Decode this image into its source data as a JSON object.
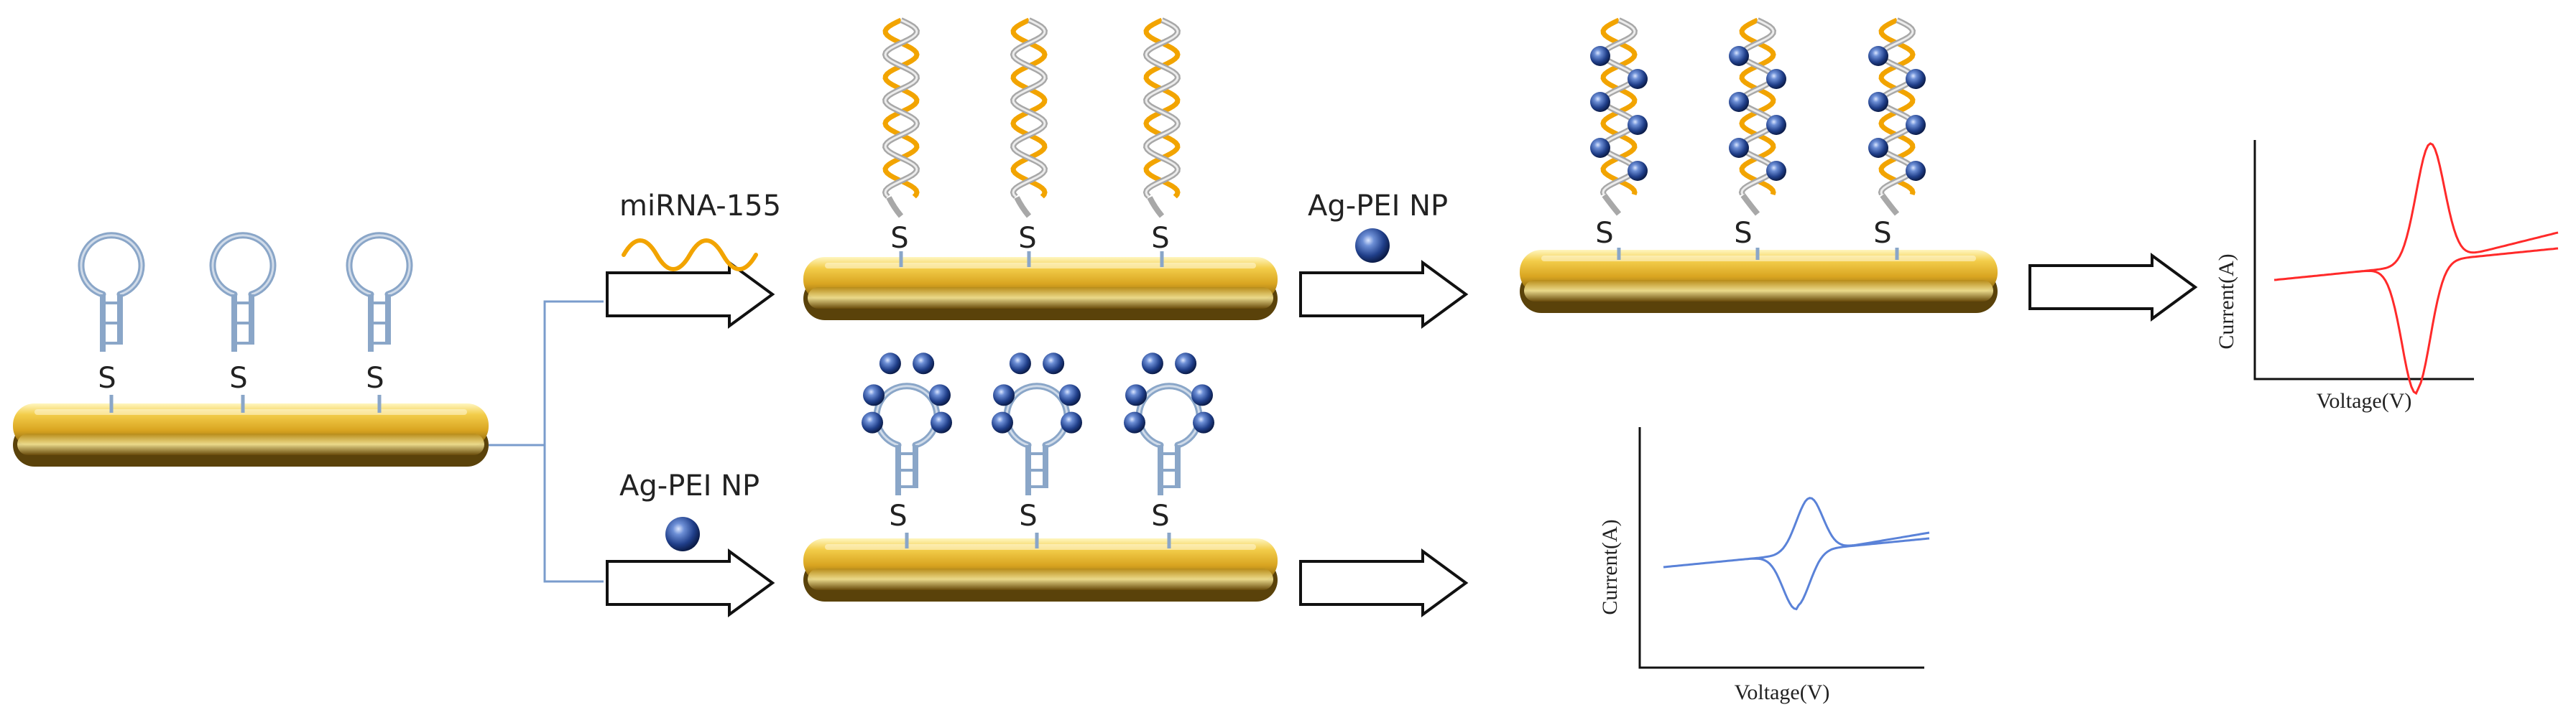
{
  "labels": {
    "mirna": "miRNA-155",
    "agpei_top": "Ag-PEI NP",
    "agpei_bottom": "Ag-PEI NP",
    "sulfur": "S"
  },
  "plots": {
    "top": {
      "ylabel": "Current(A)",
      "xlabel": "Voltage(V)",
      "curve_color": "#ff2a2a"
    },
    "bottom": {
      "ylabel": "Current(A)",
      "xlabel": "Voltage(V)",
      "curve_color": "#5a82d8"
    }
  },
  "colors": {
    "gold": "#e0b12f",
    "gold_dark": "#7a5a10",
    "hairpin": "#8aa6c8",
    "duplex_grey": "#a8a8a8",
    "duplex_orange": "#f2a400",
    "nanoparticle": "#1f3f8a",
    "connector": "#7a9ccc"
  }
}
